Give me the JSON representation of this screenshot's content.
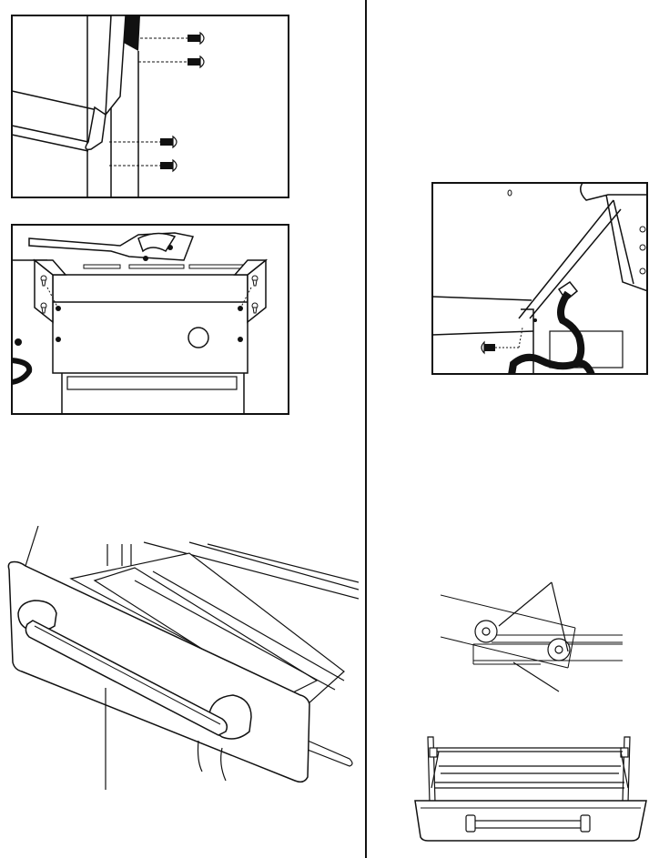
{
  "document": {
    "type": "assembly-instruction-page",
    "figures": [
      {
        "id": "fig-door-hinge-screws",
        "icon": "screw-attachment-illustration"
      },
      {
        "id": "fig-drawer-bracket-holes",
        "icon": "bracket-keyhole-illustration"
      },
      {
        "id": "fig-drawer-front-handle",
        "icon": "warming-drawer-handle-illustration"
      },
      {
        "id": "fig-hose-screw",
        "icon": "gas-hose-screw-illustration"
      },
      {
        "id": "fig-drawer-rollers",
        "icon": "roller-track-illustration"
      },
      {
        "id": "fig-drawer-assembly",
        "icon": "drawer-box-illustration"
      }
    ],
    "colors": {
      "ink": "#111111",
      "paper": "#ffffff"
    }
  }
}
